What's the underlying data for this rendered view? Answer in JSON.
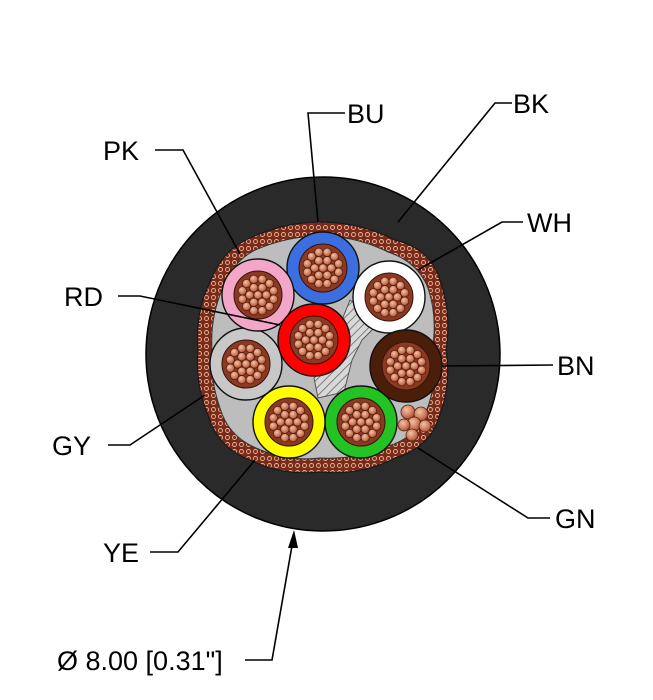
{
  "cable": {
    "labels": {
      "bu": "BU",
      "bk": "BK",
      "pk": "PK",
      "wh": "WH",
      "rd": "RD",
      "bn": "BN",
      "gy": "GY",
      "gn": "GN",
      "ye": "YE",
      "diameter": "Ø 8.00 [0.31\"]"
    },
    "colors": {
      "jacket": "#2a2a2a",
      "shield": "#8b3a22",
      "filler": "#b5b5b5",
      "copper": "#d98a6a",
      "blue": "#3b6fe0",
      "white": "#ffffff",
      "brown": "#4a1e08",
      "green": "#22c322",
      "yellow": "#ffff00",
      "red": "#ff0000",
      "pink": "#f2a6c8",
      "grey": "#c8c8c8"
    }
  }
}
